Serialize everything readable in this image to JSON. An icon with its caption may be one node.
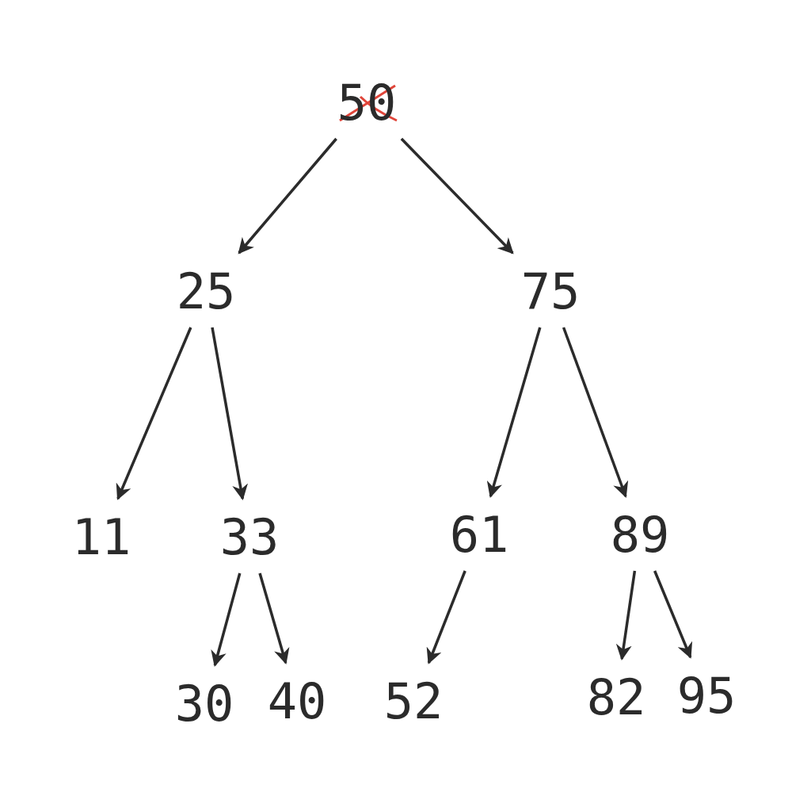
{
  "diagram": {
    "nodes": [
      {
        "text": [
          "50"
        ]
      },
      {
        "text": [
          "25"
        ]
      },
      {
        "text": [
          "75"
        ]
      },
      {
        "text": [
          "11"
        ]
      },
      {
        "text": [
          "33"
        ]
      },
      {
        "text": [
          "61"
        ]
      },
      {
        "text": [
          "89"
        ]
      },
      {
        "text": [
          "30"
        ]
      },
      {
        "text": [
          "40"
        ]
      },
      {
        "text": [
          "52"
        ]
      },
      {
        "text": [
          "82"
        ]
      },
      {
        "text": [
          "95"
        ]
      }
    ],
    "edges": [
      {
        "from": 0,
        "to": 1,
        "arrow": "to"
      },
      {
        "from": 0,
        "to": 2,
        "arrow": "to"
      },
      {
        "from": 1,
        "to": 3,
        "arrow": "to"
      },
      {
        "from": 1,
        "to": 4,
        "arrow": "to"
      },
      {
        "from": 2,
        "to": 5,
        "arrow": "to"
      },
      {
        "from": 2,
        "to": 6,
        "arrow": "to"
      },
      {
        "from": 4,
        "to": 7,
        "arrow": "to"
      },
      {
        "from": 4,
        "to": 8,
        "arrow": "to"
      },
      {
        "from": 5,
        "to": 9,
        "arrow": "to"
      },
      {
        "from": 6,
        "to": 10,
        "arrow": "to"
      },
      {
        "from": 6,
        "to": 11,
        "arrow": "to"
      }
    ]
  }
}
